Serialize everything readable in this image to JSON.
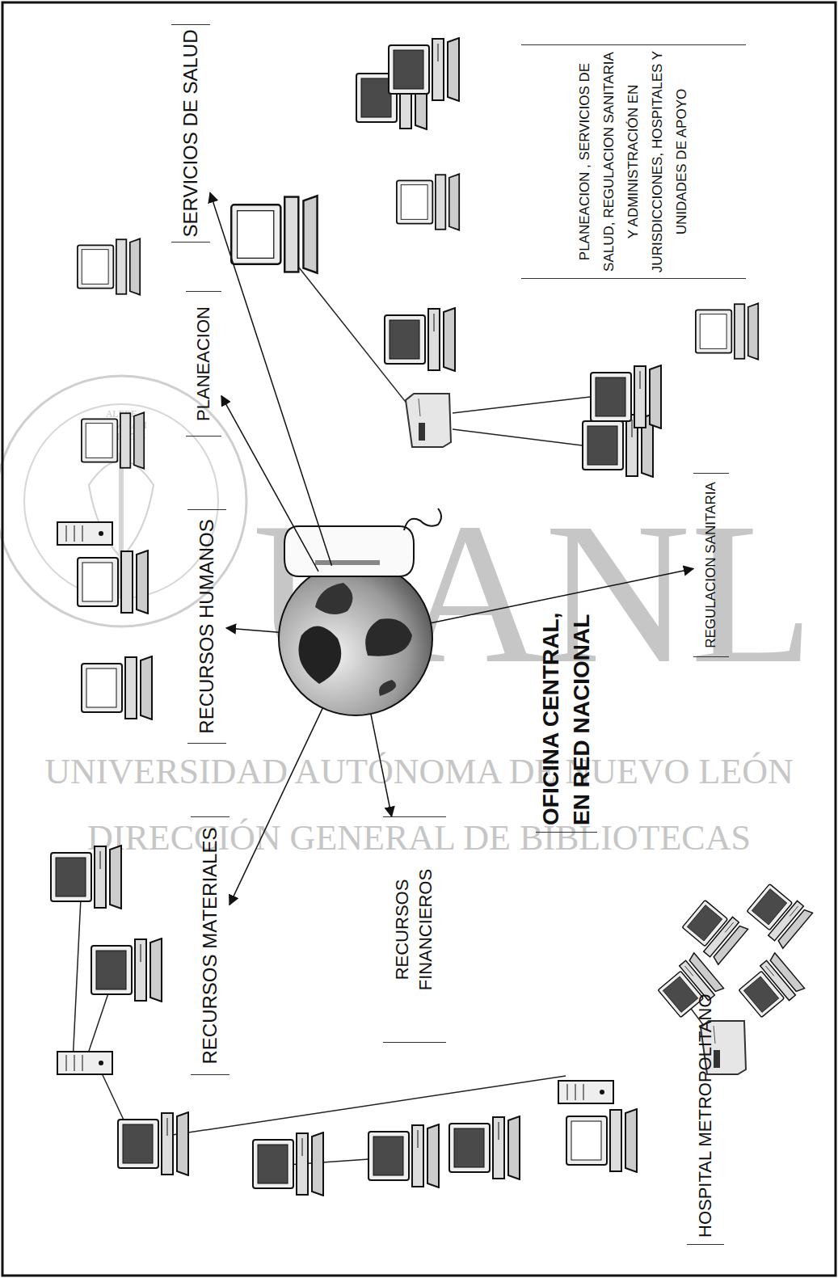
{
  "diagram": {
    "nodes": [
      {
        "text": [
          "RECURSOS MATERIALES"
        ]
      },
      {
        "text": [
          "RECURSOS HUMANOS"
        ]
      },
      {
        "text": [
          "PLANEACION"
        ]
      },
      {
        "text": [
          "SERVICIOS DE SALUD"
        ]
      },
      {
        "text": [
          "RECURSOS FINANCIEROS"
        ]
      },
      {
        "text": [
          "OFICINA CENTRAL, EN RED NACIONAL"
        ]
      },
      {
        "text": [
          "REGULACION SANITARIA"
        ]
      },
      {
        "text": [
          "PLANEACION , SERVICIOS DE SALUD, REGULACION SANITARIA Y ADMINISTRACIÓN EN JURISDICCIONES, HOSPITALES Y UNIDADES DE APOYO"
        ]
      },
      {
        "text": [
          "HOSPITAL METROPOLITANO"
        ]
      }
    ],
    "edges": [
      {
        "from": 5,
        "to": 0,
        "arrow": "to"
      },
      {
        "from": 5,
        "to": 1,
        "arrow": "to"
      },
      {
        "from": 5,
        "to": 2,
        "arrow": "to"
      },
      {
        "from": 5,
        "to": 3,
        "arrow": "to"
      },
      {
        "from": 5,
        "to": 4,
        "arrow": "to"
      },
      {
        "from": 5,
        "to": 6,
        "arrow": "to"
      }
    ],
    "labels": [
      "ALERE FLAMMAM VERITATIS",
      "UANL",
      "UNIVERSIDAD AUTÓNOMA DE NUEVO LEÓN",
      "DIRECCIÓN GENERAL DE BIBLIOTECAS"
    ]
  }
}
